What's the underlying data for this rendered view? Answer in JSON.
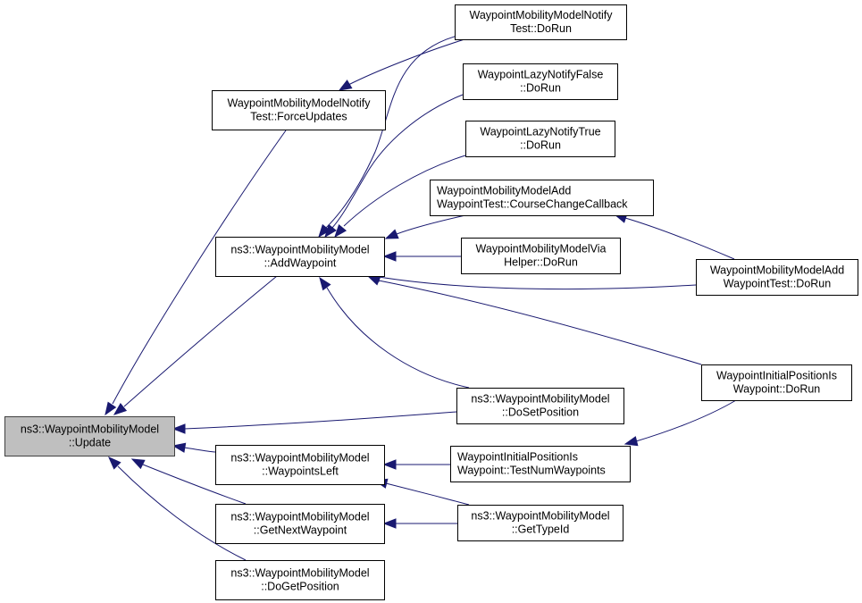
{
  "title": "ns3::WaypointMobilityModel::Update caller graph",
  "colors": {
    "edge": "#191970",
    "root_fill": "#bfbfbf",
    "node_fill": "#ffffff",
    "border": "#000000"
  },
  "nodes": [
    {
      "id": "update",
      "lines": [
        "ns3::WaypointMobilityModel",
        "::Update"
      ],
      "root": true
    },
    {
      "id": "forceupdates",
      "lines": [
        "WaypointMobilityModelNotify",
        "Test::ForceUpdates"
      ]
    },
    {
      "id": "addwaypoint",
      "lines": [
        "ns3::WaypointMobilityModel",
        "::AddWaypoint"
      ]
    },
    {
      "id": "waypointsleft",
      "lines": [
        "ns3::WaypointMobilityModel",
        "::WaypointsLeft"
      ]
    },
    {
      "id": "getnextwaypoint",
      "lines": [
        "ns3::WaypointMobilityModel",
        "::GetNextWaypoint"
      ]
    },
    {
      "id": "dogetposition",
      "lines": [
        "ns3::WaypointMobilityModel",
        "::DoGetPosition"
      ]
    },
    {
      "id": "notifytest_dorun",
      "lines": [
        "WaypointMobilityModelNotify",
        "Test::DoRun"
      ]
    },
    {
      "id": "lazyfalse_dorun",
      "lines": [
        "WaypointLazyNotifyFalse",
        "::DoRun"
      ]
    },
    {
      "id": "lazytrue_dorun",
      "lines": [
        "WaypointLazyNotifyTrue",
        "::DoRun"
      ]
    },
    {
      "id": "coursechange",
      "lines": [
        "WaypointMobilityModelAdd",
        "WaypointTest::CourseChangeCallback"
      ]
    },
    {
      "id": "viahelper_dorun",
      "lines": [
        "WaypointMobilityModelVia",
        "Helper::DoRun"
      ]
    },
    {
      "id": "dosetposition",
      "lines": [
        "ns3::WaypointMobilityModel",
        "::DoSetPosition"
      ]
    },
    {
      "id": "testnumwaypoints",
      "lines": [
        "WaypointInitialPositionIs",
        "Waypoint::TestNumWaypoints"
      ]
    },
    {
      "id": "gettypeid",
      "lines": [
        "ns3::WaypointMobilityModel",
        "::GetTypeId"
      ]
    },
    {
      "id": "addwaypointtest_dorun",
      "lines": [
        "WaypointMobilityModelAdd",
        "WaypointTest::DoRun"
      ]
    },
    {
      "id": "initialpos_dorun",
      "lines": [
        "WaypointInitialPositionIs",
        "Waypoint::DoRun"
      ]
    }
  ],
  "edges": [
    {
      "from": "forceupdates",
      "to": "update"
    },
    {
      "from": "addwaypoint",
      "to": "update"
    },
    {
      "from": "dosetposition",
      "to": "update"
    },
    {
      "from": "waypointsleft",
      "to": "update"
    },
    {
      "from": "getnextwaypoint",
      "to": "update"
    },
    {
      "from": "dogetposition",
      "to": "update"
    },
    {
      "from": "notifytest_dorun",
      "to": "forceupdates"
    },
    {
      "from": "notifytest_dorun",
      "to": "addwaypoint"
    },
    {
      "from": "lazyfalse_dorun",
      "to": "addwaypoint"
    },
    {
      "from": "lazytrue_dorun",
      "to": "addwaypoint"
    },
    {
      "from": "coursechange",
      "to": "addwaypoint"
    },
    {
      "from": "viahelper_dorun",
      "to": "addwaypoint"
    },
    {
      "from": "addwaypointtest_dorun",
      "to": "addwaypoint"
    },
    {
      "from": "initialpos_dorun",
      "to": "addwaypoint"
    },
    {
      "from": "dosetposition",
      "to": "addwaypoint"
    },
    {
      "from": "addwaypointtest_dorun",
      "to": "coursechange"
    },
    {
      "from": "testnumwaypoints",
      "to": "waypointsleft"
    },
    {
      "from": "gettypeid",
      "to": "waypointsleft"
    },
    {
      "from": "gettypeid",
      "to": "getnextwaypoint"
    },
    {
      "from": "initialpos_dorun",
      "to": "testnumwaypoints"
    }
  ]
}
